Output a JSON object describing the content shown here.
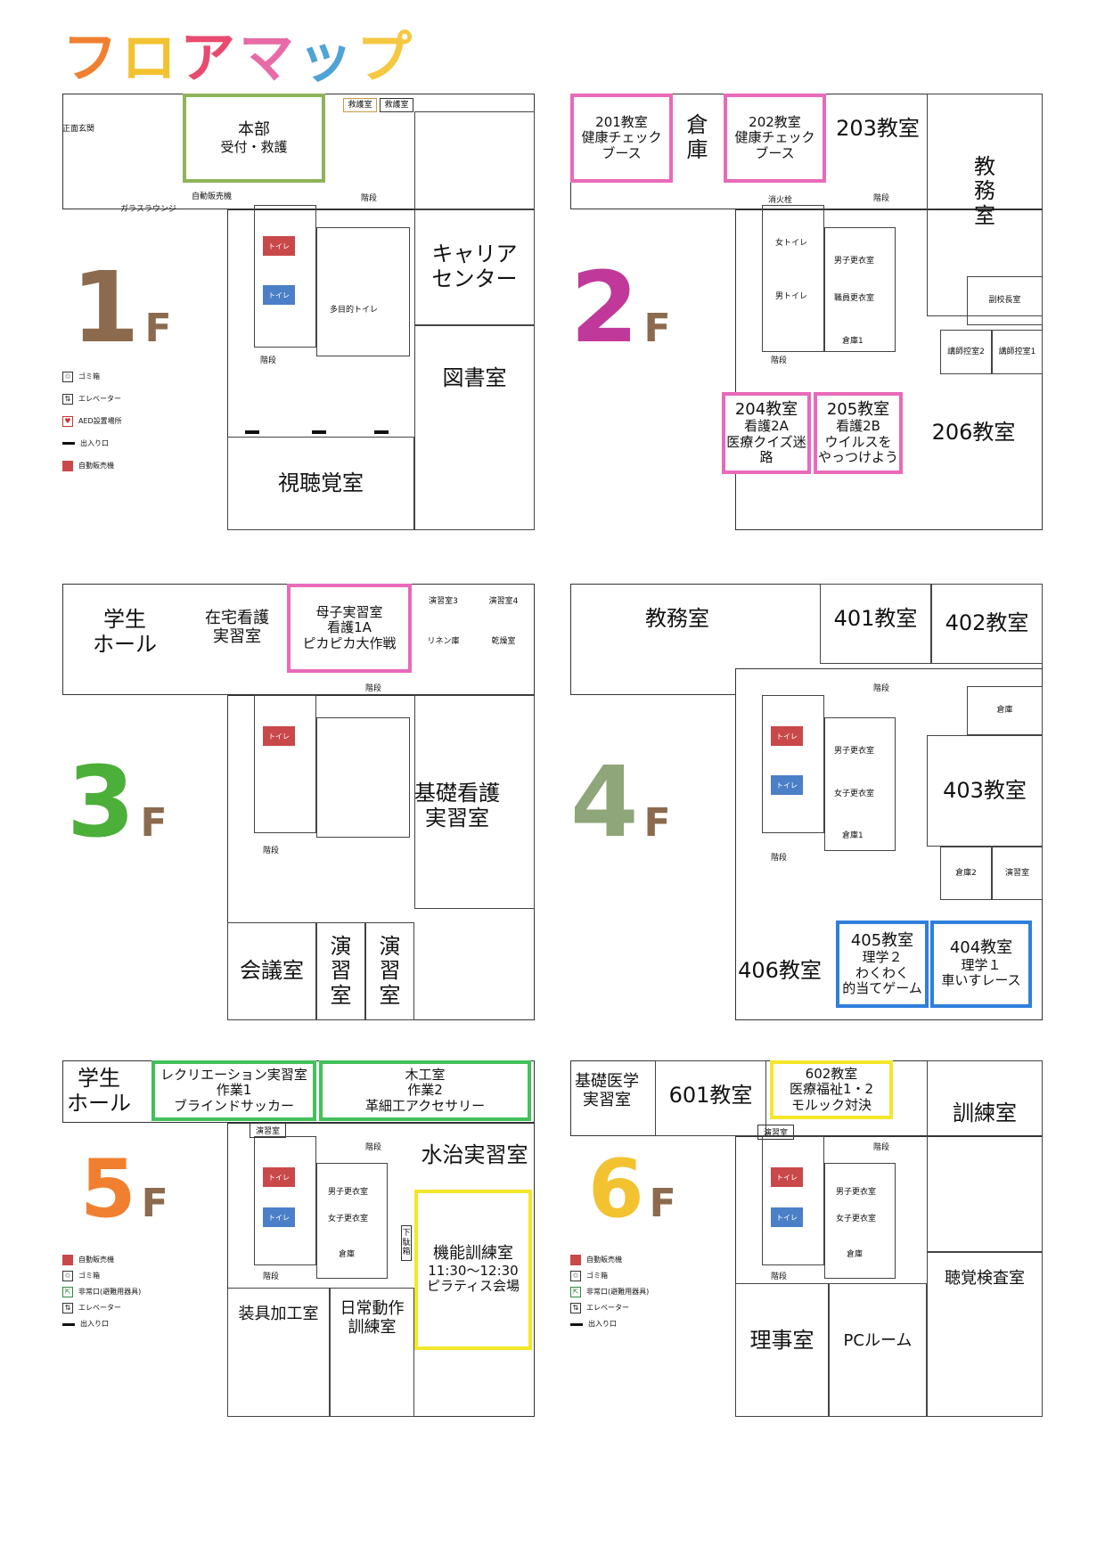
{
  "title": "フロアマップ",
  "title_chars": [
    "フ",
    "ロ",
    "ア",
    "マ",
    "ッ",
    "プ"
  ],
  "title_colors": [
    "#f08030",
    "#f2c230",
    "#e84b6f",
    "#e86aa6",
    "#4ea3d8",
    "#f5c842"
  ],
  "legend": {
    "trash": "ゴミ箱",
    "elevator": "エレベーター",
    "aed": "AED設置場所",
    "exit": "出入り口",
    "vending": "自動販売機",
    "emergency": "非常口(避難用器具)"
  },
  "floors": {
    "f1": {
      "num": "1",
      "suffix": "F",
      "num_color": "#8b6a4e",
      "main_entrance": "正面玄関",
      "honbu": "本部",
      "honbu_sub": "受付・救護",
      "kyugo1": "救護室",
      "kyugo2": "救護室",
      "lounge": "ガラスラウンジ",
      "vending": "自動販売機",
      "career": "キャリア\nセンター",
      "library": "図書室",
      "av": "視聴覚室",
      "multi_toilet": "多目的トイレ",
      "stairs1": "階段",
      "stairs2": "階段",
      "toilet": "トイレ"
    },
    "f2": {
      "num": "2",
      "suffix": "F",
      "num_color": "#c0399a",
      "r201": "201教室",
      "r201_sub": "健康チェック\nブース",
      "souko": "倉\n庫",
      "r202": "202教室",
      "r202_sub": "健康チェック\nブース",
      "r203": "203教室",
      "kyomu": "教\n務\n室",
      "fuku": "副校長室",
      "koshi2": "講師控室2",
      "koshi1": "講師控室1",
      "r204": "204教室",
      "r204_sub": "看護2A\n医療クイズ迷路",
      "r205": "205教室",
      "r205_sub": "看護2B\nウイルスを\nやっつけよう",
      "r206": "206教室",
      "danshi": "男子更衣室",
      "shokuin": "職員更衣室",
      "souko1": "倉庫1",
      "stairs1": "階段",
      "stairs2": "階段",
      "toilet_w": "女トイレ",
      "toilet_m": "男トイレ",
      "shoka": "消火栓"
    },
    "f3": {
      "num": "3",
      "suffix": "F",
      "num_color": "#4caf3a",
      "gakusei": "学生\nホール",
      "zaitaku": "在宅看護\n実習室",
      "boshi": "母子実習室",
      "boshi_sub": "看護1A\nピカピカ大作戦",
      "ensyu3": "演習室3",
      "ensyu4": "演習室4",
      "linen": "リネン庫",
      "kanso": "乾燥室",
      "kiso": "基礎看護\n実習室",
      "kaigi": "会議室",
      "ensyu_a": "演\n習\n室",
      "ensyu_b": "演\n習\n室",
      "stairs1": "階段",
      "stairs2": "階段",
      "toilet": "トイレ"
    },
    "f4": {
      "num": "4",
      "suffix": "F",
      "num_color": "#8fa57a",
      "kyomu": "教務室",
      "r401": "401教室",
      "r402": "402教室",
      "souko": "倉庫",
      "r403": "403教室",
      "danshi": "男子更衣室",
      "joshi": "女子更衣室",
      "souko1": "倉庫1",
      "souko2": "倉庫2",
      "ensyu": "演習室",
      "r406": "406教室",
      "r405": "405教室",
      "r405_sub": "理学２\nわくわく\n的当てゲーム",
      "r404": "404教室",
      "r404_sub": "理学１\n車いすレース",
      "stairs1": "階段",
      "stairs2": "階段",
      "toilet": "トイレ"
    },
    "f5": {
      "num": "5",
      "suffix": "F",
      "num_color": "#f08030",
      "gakusei": "学生\nホール",
      "recreation": "レクリエーション実習室",
      "recreation_sub": "作業1\nブラインドサッカー",
      "mokko": "木工室",
      "mokko_sub": "作業2\n革細工アクセサリー",
      "suiji": "水治実習室",
      "kinou": "機能訓練室",
      "kinou_sub": "11:30～12:30\nピラティス会場",
      "soguu": "装具加工室",
      "nichijo": "日常動作\n訓練室",
      "danshi": "男子更衣室",
      "joshi": "女子更衣室",
      "souko": "倉庫",
      "getabako": "下\n駄\n箱",
      "stairs1": "階段",
      "stairs2": "階段",
      "toilet": "トイレ",
      "ensyu": "演習室"
    },
    "f6": {
      "num": "6",
      "suffix": "F",
      "num_color": "#f2c230",
      "kiso": "基礎医学\n実習室",
      "r601": "601教室",
      "r602": "602教室",
      "r602_sub": "医療福祉1・2\nモルック対決",
      "kunren": "訓練室",
      "choukaku": "聴覚検査室",
      "riji": "理事室",
      "pc": "PCルーム",
      "danshi": "男子更衣室",
      "joshi": "女子更衣室",
      "souko": "倉庫",
      "stairs1": "階段",
      "stairs2": "階段",
      "toilet": "トイレ",
      "ensyu": "演習室"
    }
  },
  "highlight_colors": {
    "honbu": "#8fb35a",
    "pink": "#e86ab9",
    "blue": "#2f7fdc",
    "green": "#43c05a",
    "yellow": "#f4e62a"
  }
}
